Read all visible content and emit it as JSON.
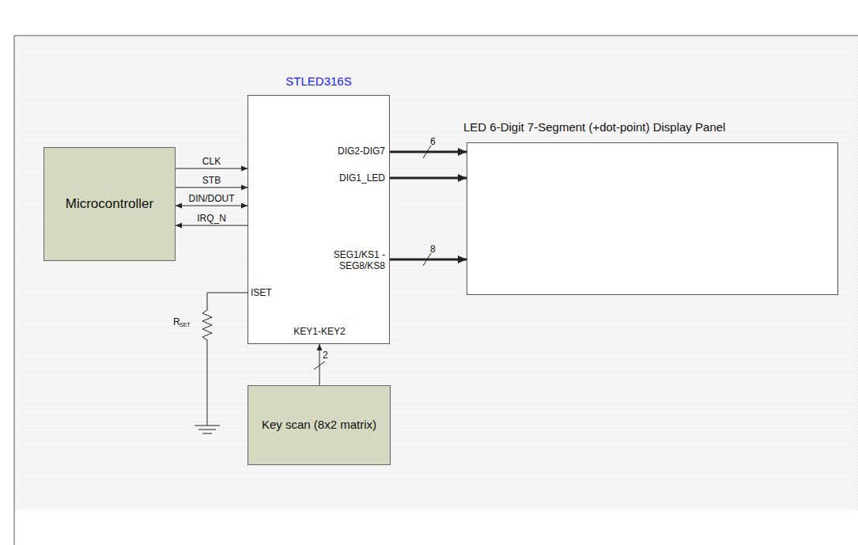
{
  "diagram": {
    "nodes": [
      {
        "text": [
          "Microcontroller"
        ]
      },
      {
        "text": [
          "STLED316S"
        ]
      },
      {
        "text": [
          "LED 6-Digit 7-Segment (+dot-point) Display Panel"
        ]
      },
      {
        "text": [
          "Key scan (8x2 matrix)"
        ]
      }
    ],
    "edges": [
      {
        "from": 0,
        "to": 1,
        "label": "CLK",
        "arrow": "to"
      },
      {
        "from": 0,
        "to": 1,
        "label": "STB",
        "arrow": "to"
      },
      {
        "from": 0,
        "to": 1,
        "label": "DIN/DOUT",
        "arrow": "both"
      },
      {
        "from": 1,
        "to": 0,
        "label": "IRQ_N",
        "arrow": "to"
      },
      {
        "from": 1,
        "to": 2,
        "label": "6",
        "arrow": "to"
      },
      {
        "from": 1,
        "to": 2,
        "arrow": "to"
      },
      {
        "from": 1,
        "to": 2,
        "label": "8",
        "arrow": "to"
      },
      {
        "from": 3,
        "to": 1,
        "label": "2",
        "arrow": "to"
      }
    ],
    "labels": [
      "DIG2-DIG7",
      "DIG1_LED",
      "SEG1/KS1 -SEG8/KS8",
      "ISET",
      "KEY1-KEY2",
      "R",
      "SET"
    ]
  }
}
